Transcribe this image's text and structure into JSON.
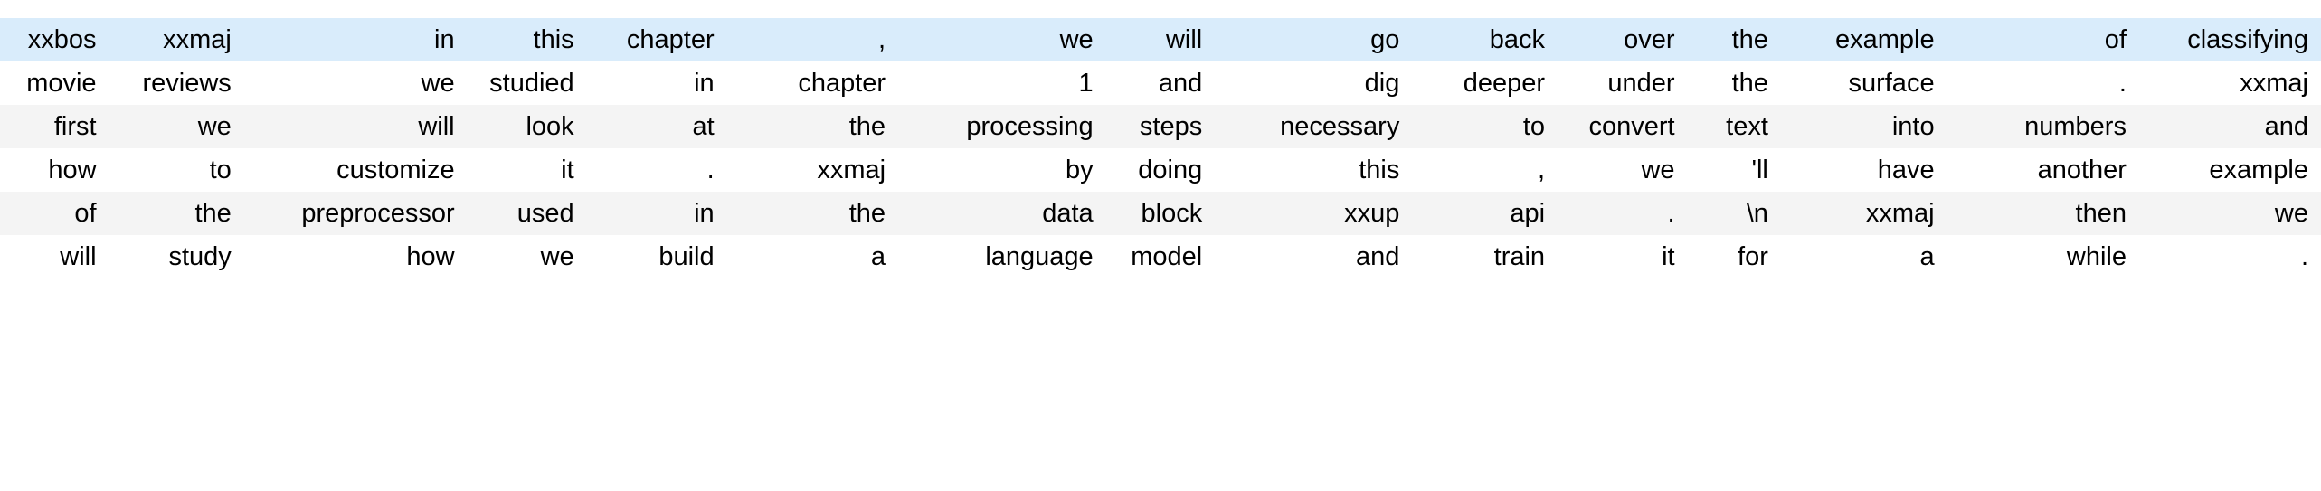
{
  "table": {
    "name": "tokenized-text-dataframe",
    "row_count": 6,
    "column_count": 16,
    "colors": {
      "highlight_row_background": "#d9ecfb",
      "odd_row_background": "#ffffff",
      "even_row_background": "#f4f4f4",
      "text": "#000000",
      "page_background": "#ffffff"
    },
    "row_styles": [
      "highlight",
      "odd",
      "even",
      "odd",
      "even",
      "odd"
    ],
    "rows": [
      [
        "xxbos",
        "xxmaj",
        "in",
        "this",
        "chapter",
        ",",
        "we",
        "will",
        "go",
        "back",
        "over",
        "the",
        "example",
        "of",
        "classifying"
      ],
      [
        "movie",
        "reviews",
        "we",
        "studied",
        "in",
        "chapter",
        "1",
        "and",
        "dig",
        "deeper",
        "under",
        "the",
        "surface",
        ".",
        "xxmaj"
      ],
      [
        "first",
        "we",
        "will",
        "look",
        "at",
        "the",
        "processing",
        "steps",
        "necessary",
        "to",
        "convert",
        "text",
        "into",
        "numbers",
        "and"
      ],
      [
        "how",
        "to",
        "customize",
        "it",
        ".",
        "xxmaj",
        "by",
        "doing",
        "this",
        ",",
        "we",
        "'ll",
        "have",
        "another",
        "example"
      ],
      [
        "of",
        "the",
        "preprocessor",
        "used",
        "in",
        "the",
        "data",
        "block",
        "xxup",
        "api",
        ".",
        "\\n",
        "xxmaj",
        "then",
        "we"
      ],
      [
        "will",
        "study",
        "how",
        "we",
        "build",
        "a",
        "language",
        "model",
        "and",
        "train",
        "it",
        "for",
        "a",
        "while",
        "."
      ]
    ],
    "column_widths": [
      "105px",
      "130px",
      "215px",
      "115px",
      "135px",
      "165px",
      "200px",
      "105px",
      "190px",
      "140px",
      "125px",
      "90px",
      "160px",
      "185px",
      "175px"
    ]
  }
}
